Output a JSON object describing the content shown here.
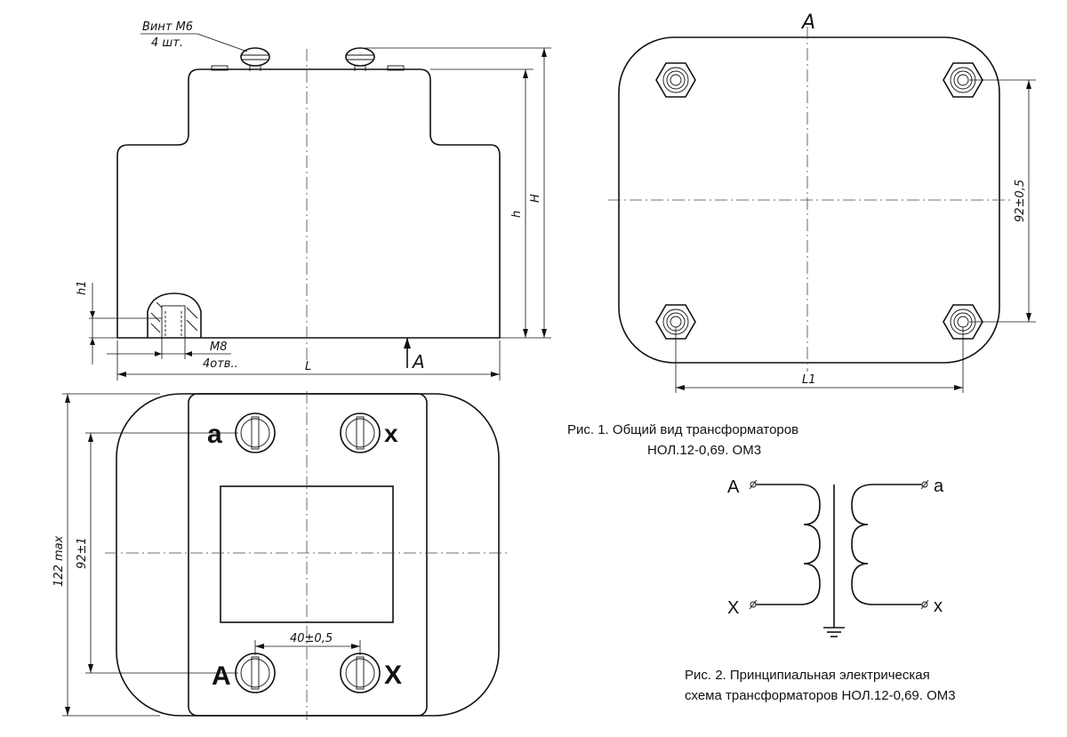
{
  "front_view": {
    "screw_callout_line1": "Винт М6",
    "screw_callout_line2": "4 шт.",
    "dim_h": "h",
    "dim_H": "H",
    "dim_h1": "h1",
    "thread_callout_line1": "М8",
    "thread_callout_line2": "4отв..",
    "dim_L": "L",
    "view_arrow_label": "A"
  },
  "top_view": {
    "view_label": "A",
    "dim_height": "92±0,5",
    "dim_L1": "L1"
  },
  "bottom_view": {
    "dim_max": "122 max",
    "dim_height": "92±1",
    "dim_spacing": "40±0,5",
    "terminal_a": "a",
    "terminal_x": "x",
    "terminal_A": "A",
    "terminal_X": "X"
  },
  "schematic": {
    "label_A": "A",
    "label_X": "X",
    "label_a": "a",
    "label_x": "x"
  },
  "captions": {
    "fig1_line1": "Рис. 1. Общий вид трансформаторов",
    "fig1_line2": "НОЛ.12-0,69. ОМ3",
    "fig2_line1": "Рис. 2. Принципиальная электрическая",
    "fig2_line2": "схема трансформаторов НОЛ.12-0,69. ОМ3"
  }
}
